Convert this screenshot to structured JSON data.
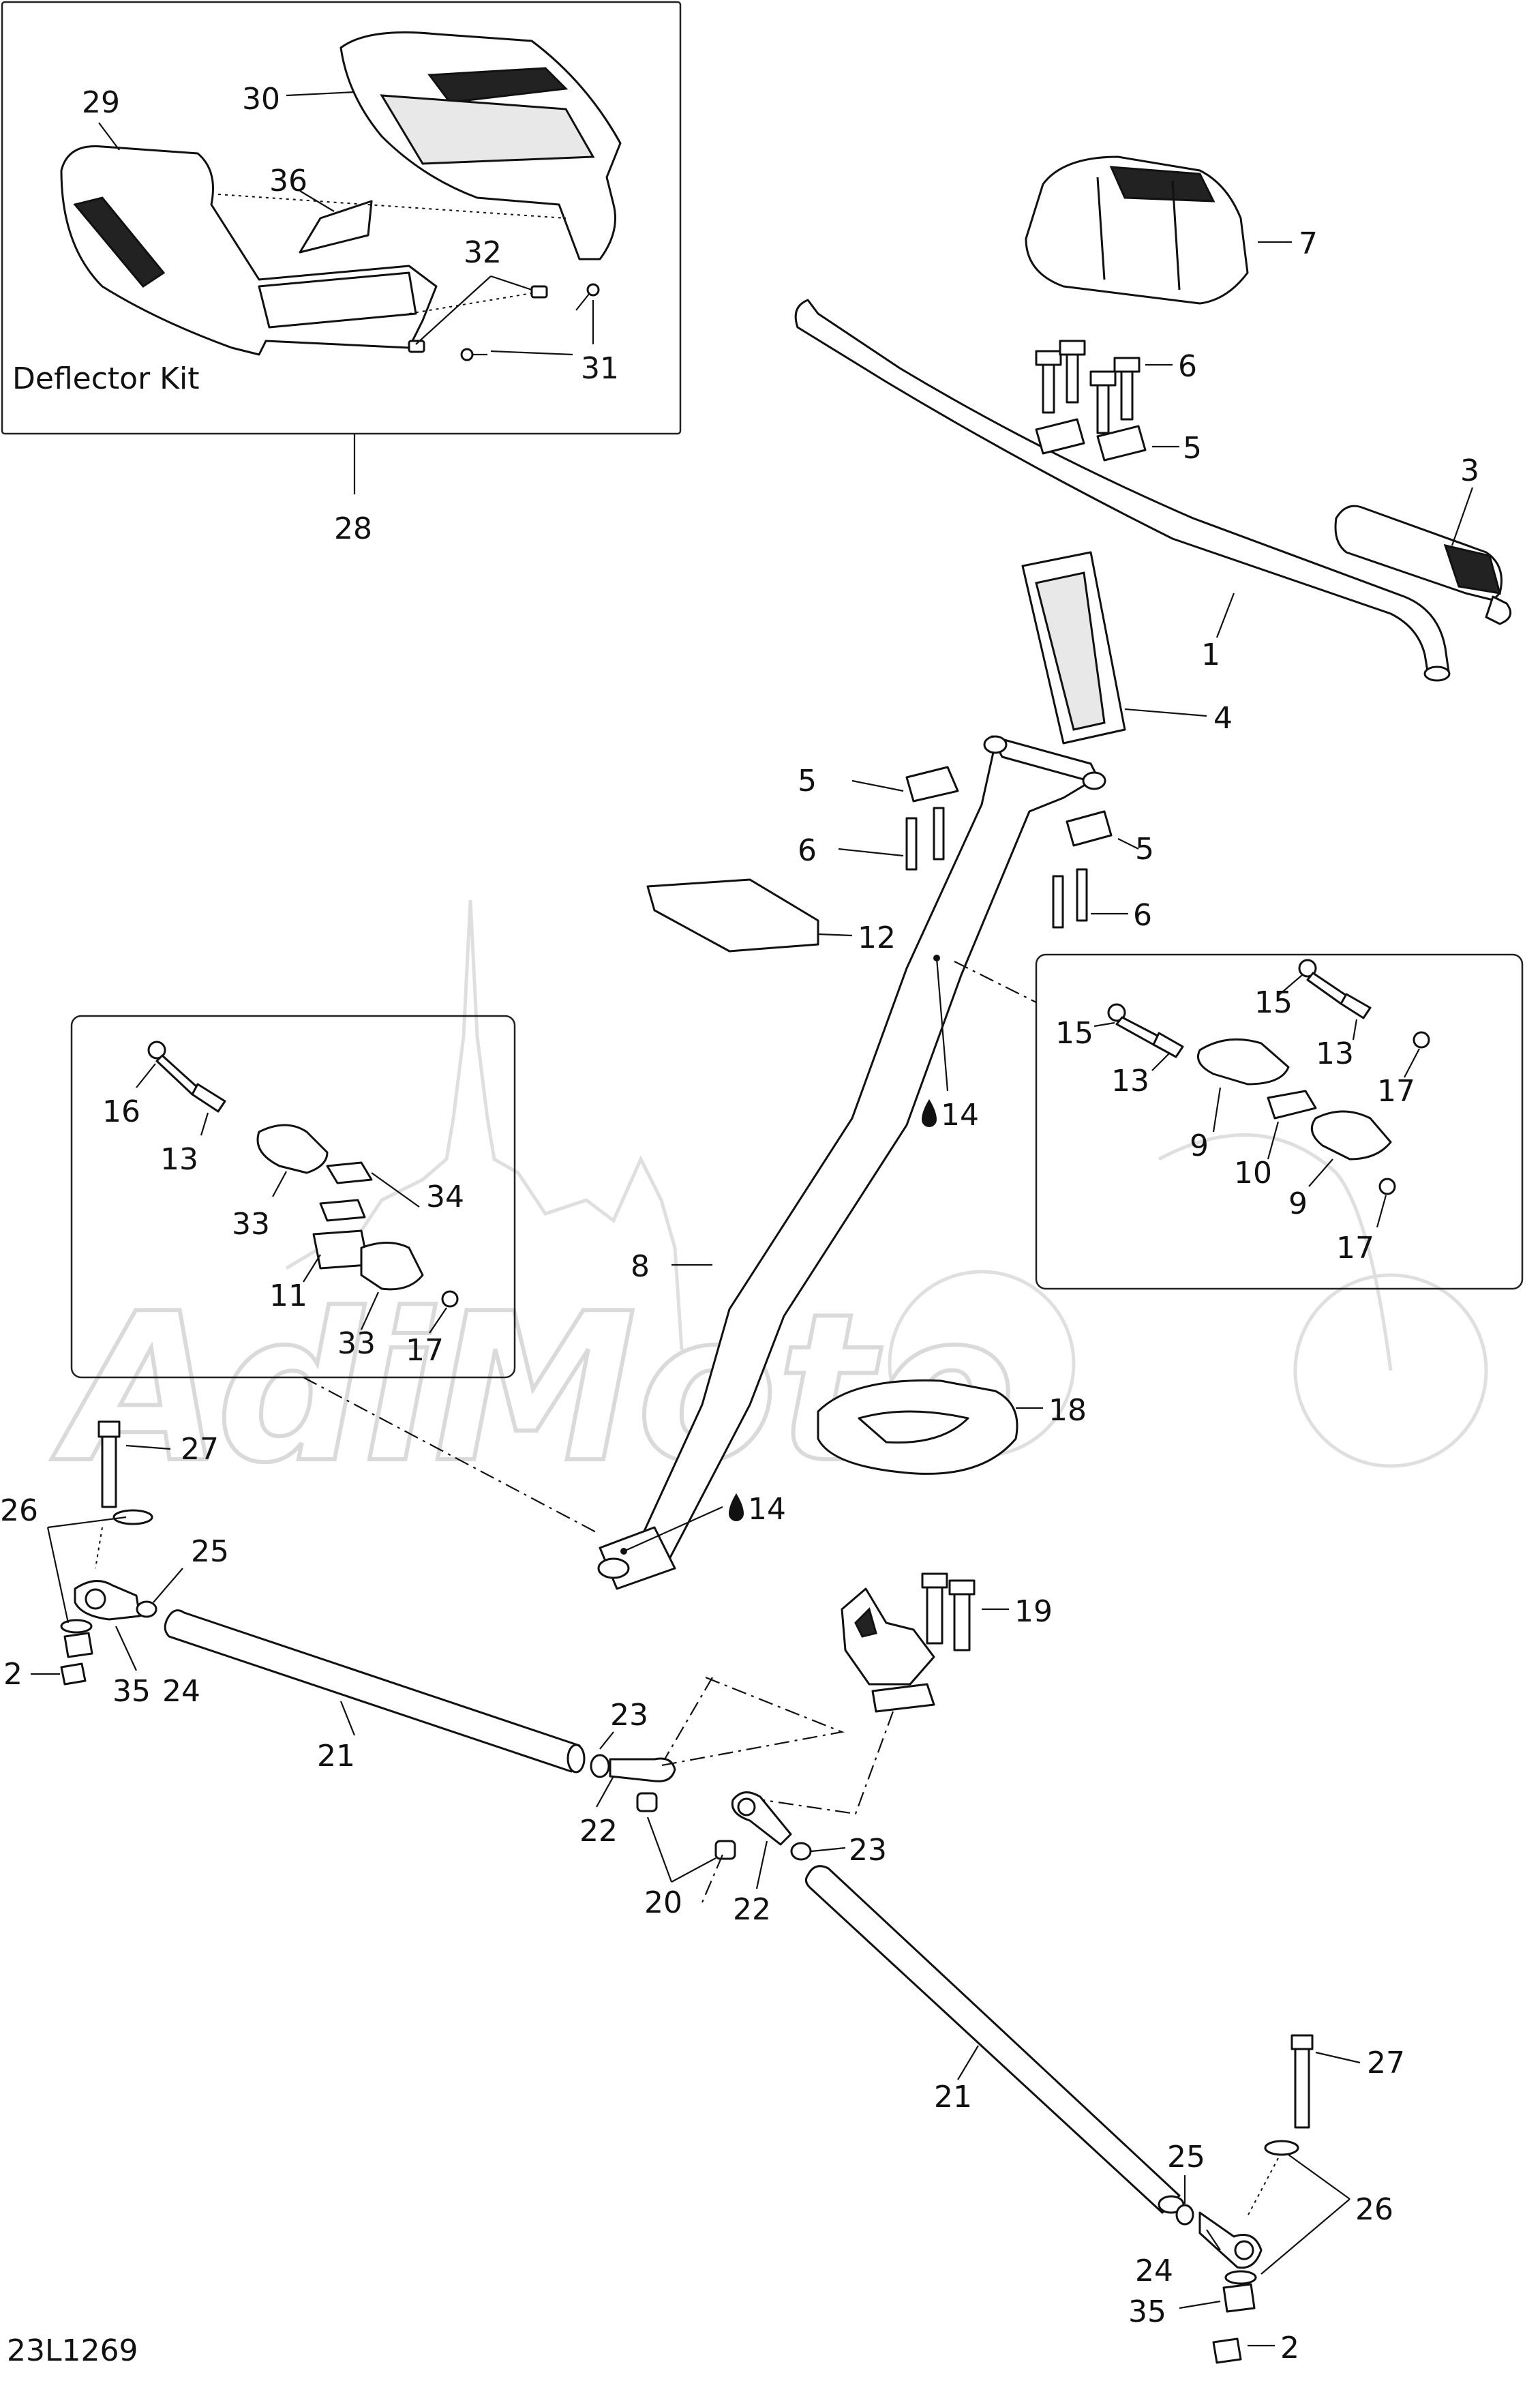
{
  "drawing_code": "23L1269",
  "kit_title": "Deflector Kit",
  "watermark": "AdiMoto",
  "oil_symbol": "oil-drop-icon",
  "callouts": {
    "c1": "1",
    "c2a": "2",
    "c2b": "2",
    "c3": "3",
    "c4": "4",
    "c5a": "5",
    "c5b": "5",
    "c5c": "5",
    "c6a": "6",
    "c6b": "6",
    "c6c": "6",
    "c7": "7",
    "c8": "8",
    "c9a": "9",
    "c9b": "9",
    "c10": "10",
    "c11": "11",
    "c12": "12",
    "c13a": "13",
    "c13b": "13",
    "c13c": "13",
    "c14a": "14",
    "c14b": "14",
    "c15a": "15",
    "c15b": "15",
    "c16": "16",
    "c17a": "17",
    "c17b": "17",
    "c17c": "17",
    "c18": "18",
    "c19": "19",
    "c20": "20",
    "c21a": "21",
    "c21b": "21",
    "c22a": "22",
    "c22b": "22",
    "c23a": "23",
    "c23b": "23",
    "c24a": "24",
    "c24b": "24",
    "c25a": "25",
    "c25b": "25",
    "c26a": "26",
    "c26b": "26",
    "c27a": "27",
    "c27b": "27",
    "c28": "28",
    "c29": "29",
    "c30": "30",
    "c31": "31",
    "c32": "32",
    "c33a": "33",
    "c33b": "33",
    "c34": "34",
    "c35a": "35",
    "c35b": "35",
    "c36": "36"
  }
}
